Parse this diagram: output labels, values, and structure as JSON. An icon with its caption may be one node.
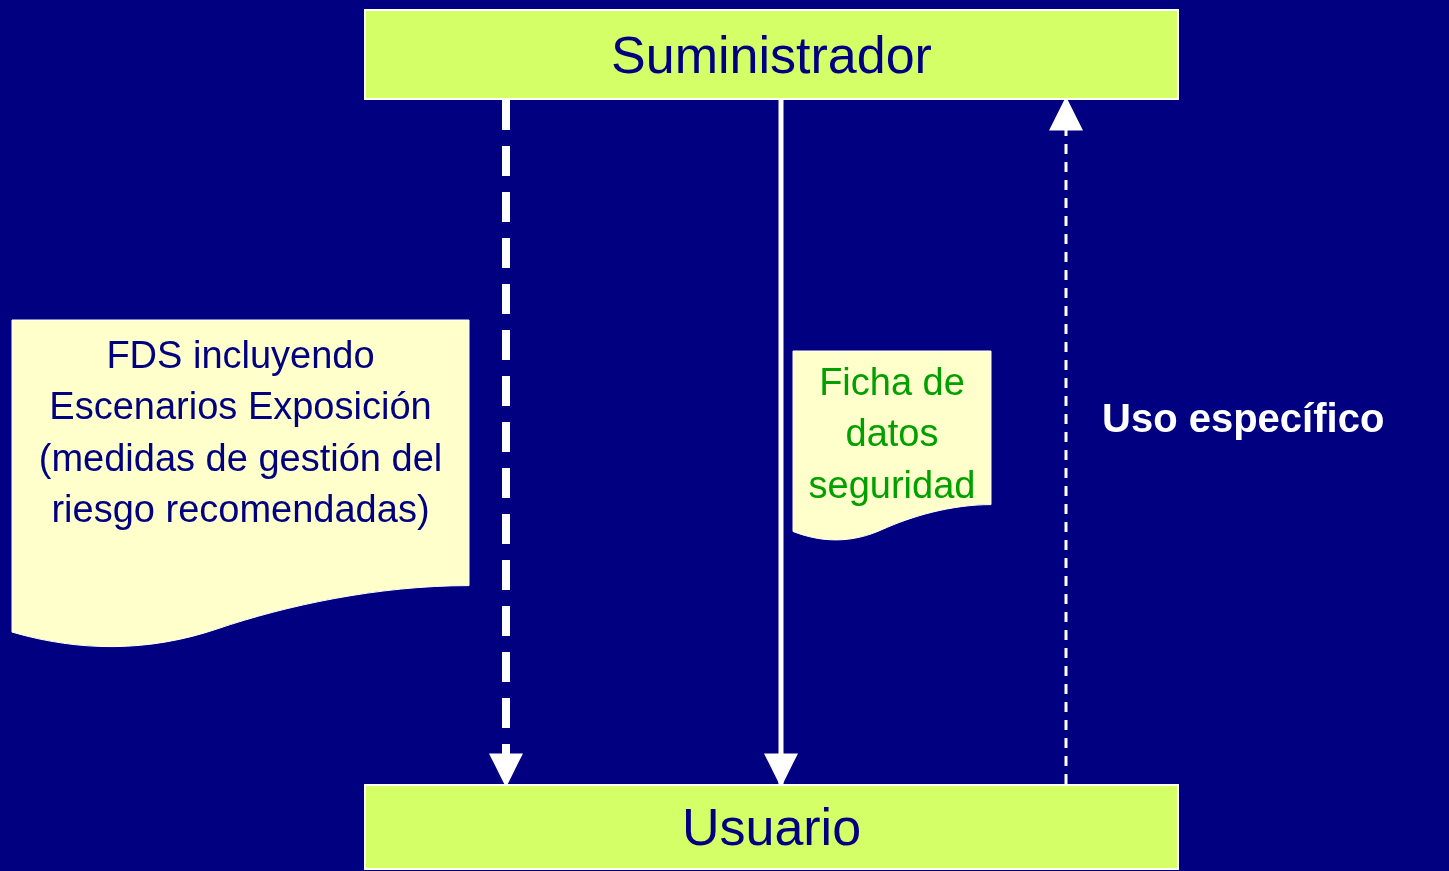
{
  "diagram": {
    "nodes": [
      {
        "text": [
          "Suministrador"
        ]
      },
      {
        "text": [
          "Usuario"
        ]
      },
      {
        "text": [
          "FDS incluyendo Escenarios Exposición (medidas de gestión del riesgo recomendadas)"
        ]
      },
      {
        "text": [
          "Ficha de datos seguridad"
        ]
      }
    ],
    "edges": [
      {
        "from": 0,
        "to": 1,
        "arrow": "to",
        "style": "dashed"
      },
      {
        "from": 0,
        "to": 1,
        "arrow": "to"
      },
      {
        "from": 1,
        "to": 0,
        "arrow": "to",
        "style": "dashed",
        "label": "Uso específico"
      }
    ]
  }
}
